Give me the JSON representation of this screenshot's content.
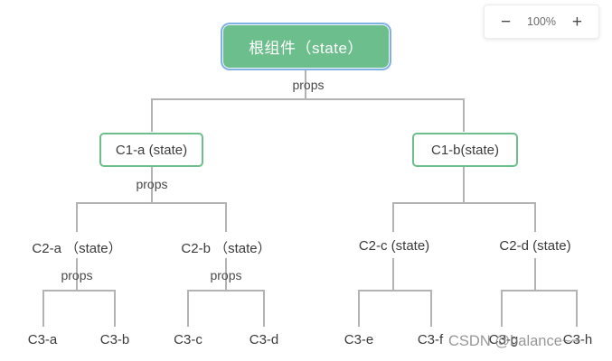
{
  "toolbar": {
    "zoom_out": "−",
    "zoom_level": "100%",
    "zoom_in": "+"
  },
  "diagram": {
    "root": {
      "label": "根组件（state）"
    },
    "level1": [
      {
        "label": "C1-a (state)"
      },
      {
        "label": "C1-b(state)"
      }
    ],
    "level2": [
      {
        "label": "C2-a （state）"
      },
      {
        "label": "C2-b （state）"
      },
      {
        "label": "C2-c (state)"
      },
      {
        "label": "C2-d (state)"
      }
    ],
    "level3": [
      {
        "label": "C3-a"
      },
      {
        "label": "C3-b"
      },
      {
        "label": "C3-c"
      },
      {
        "label": "C3-d"
      },
      {
        "label": "C3-e"
      },
      {
        "label": "C3-f"
      },
      {
        "label": "C3-g"
      },
      {
        "label": "C3-h"
      }
    ],
    "edge_labels": [
      {
        "label": "props"
      },
      {
        "label": "props"
      },
      {
        "label": "props"
      },
      {
        "label": "props"
      }
    ],
    "colors": {
      "node_green": "#6cbe8c",
      "selection_blue": "#7fb1e2",
      "line_gray": "#b3b3b3"
    }
  },
  "watermark": {
    "text": "CSDN @balance~~"
  }
}
